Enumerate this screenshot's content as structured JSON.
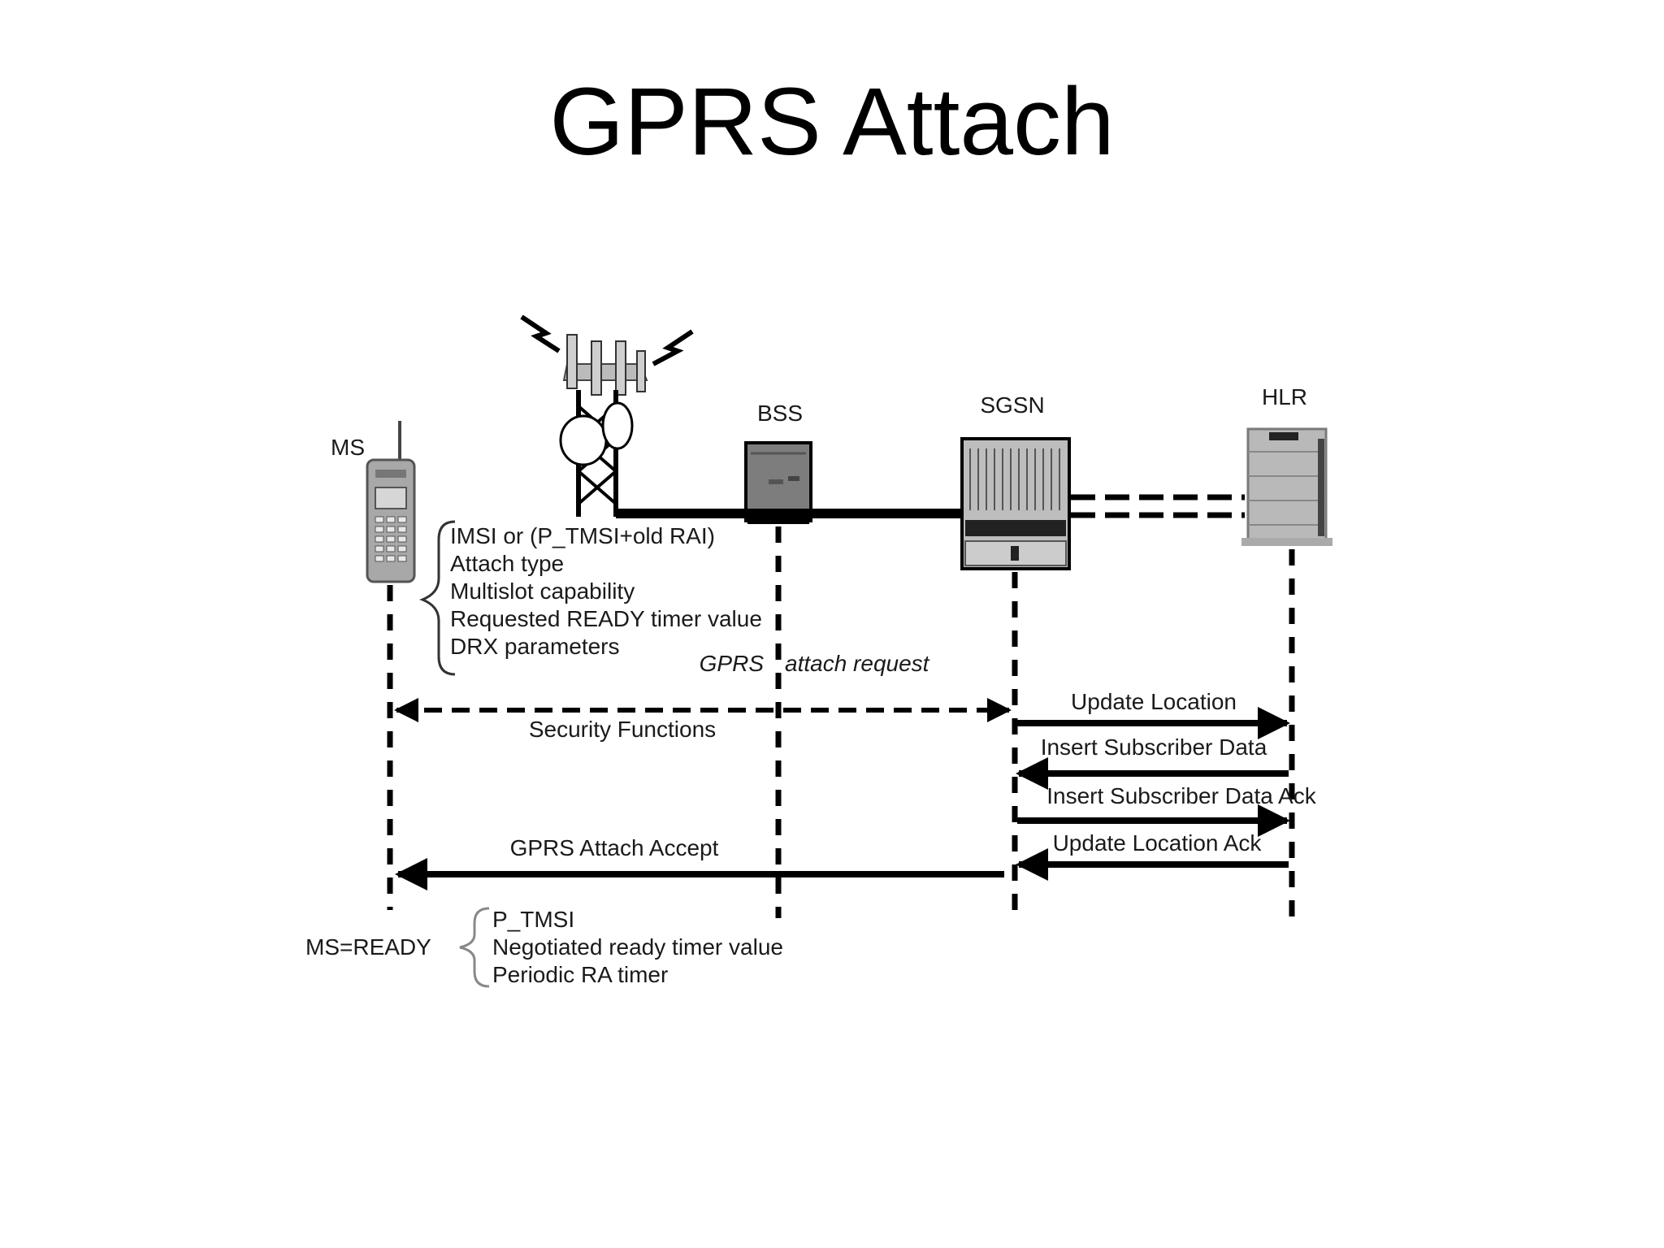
{
  "slide": {
    "title": "GPRS Attach"
  },
  "colors": {
    "line": "#000000",
    "text": "#1a1a1a",
    "device_gray": "#9a9a9a"
  },
  "entities": {
    "ms": "MS",
    "bss": "BSS",
    "sgsn": "SGSN",
    "hlr": "HLR"
  },
  "request_params": [
    "IMSI or (P_TMSI+old RAI)",
    "Attach type",
    "Multislot capability",
    "Requested READY timer value",
    "DRX parameters"
  ],
  "messages": {
    "attach_request_a": "GPRS",
    "attach_request_b": "attach request",
    "security": "Security Functions",
    "update_location": "Update Location",
    "insert_subscriber_data": "Insert Subscriber Data",
    "insert_subscriber_data_ack": "Insert Subscriber Data Ack",
    "update_location_ack": "Update Location Ack",
    "attach_accept": "GPRS Attach Accept"
  },
  "ms_state": "MS=READY",
  "accept_params": [
    "P_TMSI",
    "Negotiated ready timer value",
    "Periodic RA timer"
  ],
  "icons": [
    "mobile-phone-icon",
    "cell-tower-icon",
    "bss-box-icon",
    "sgsn-rack-icon",
    "hlr-server-icon"
  ]
}
